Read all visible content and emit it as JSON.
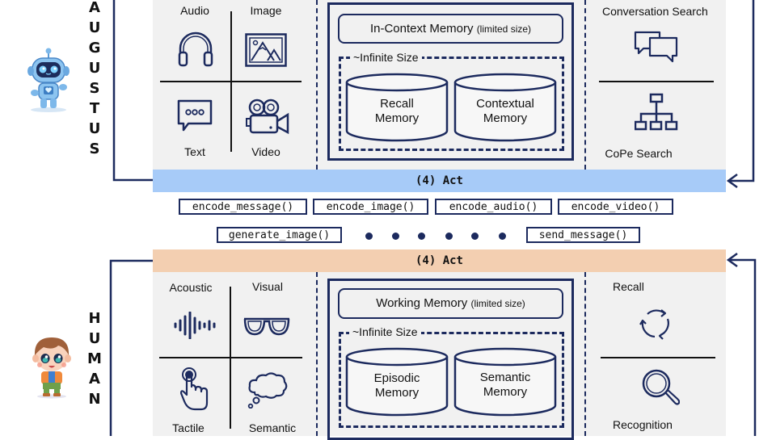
{
  "agents": {
    "top": {
      "name_letters": [
        "A",
        "U",
        "G",
        "U",
        "S",
        "T",
        "U",
        "S"
      ],
      "avatar": "robot-mascot"
    },
    "bottom": {
      "name_letters": [
        "H",
        "U",
        "M",
        "A",
        "N"
      ],
      "avatar": "child-mascot"
    }
  },
  "colors": {
    "navy": "#1c2a5e",
    "panel_bg": "#f1f1f1",
    "act_bar_top": "#a7cbf8",
    "act_bar_bottom": "#f3cfb1"
  },
  "top_section": {
    "modalities": {
      "top_left": {
        "label": "Audio",
        "icon": "headphones-icon"
      },
      "top_right": {
        "label": "Image",
        "icon": "image-icon"
      },
      "bottom_left": {
        "label": "Text",
        "icon": "chat-bubble-icon"
      },
      "bottom_right": {
        "label": "Video",
        "icon": "video-camera-icon"
      }
    },
    "memory": {
      "limited_title": "In-Context Memory",
      "limited_note": "(limited size)",
      "infinite_label": "~Infinite Size",
      "stores": [
        "Recall\nMemory",
        "Contextual\nMemory"
      ],
      "store_lines": [
        [
          "Recall",
          "Memory"
        ],
        [
          "Contextual",
          "Memory"
        ]
      ]
    },
    "retrieval": {
      "top": {
        "label": "Conversation Search",
        "icon": "conversation-icon"
      },
      "bottom": {
        "label": "CoPe Search",
        "icon": "hierarchy-icon"
      }
    },
    "act_bar": "(4) Act"
  },
  "functions": {
    "row1": [
      "encode_message()",
      "encode_image()",
      "encode_audio()",
      "encode_video()"
    ],
    "row2_left": "generate_image()",
    "row2_right": "send_message()",
    "ellipsis_dots": 6
  },
  "bottom_section": {
    "act_bar": "(4) Act",
    "modalities": {
      "top_left": {
        "label": "Acoustic",
        "icon": "soundwave-icon"
      },
      "top_right": {
        "label": "Visual",
        "icon": "glasses-icon"
      },
      "bottom_left": {
        "label": "Tactile",
        "icon": "touch-hand-icon"
      },
      "bottom_right": {
        "label": "Semantic",
        "icon": "thought-cloud-icon"
      }
    },
    "memory": {
      "limited_title": "Working Memory",
      "limited_note": "(limited size)",
      "infinite_label": "~Infinite Size",
      "store_lines": [
        [
          "Episodic",
          "Memory"
        ],
        [
          "Semantic",
          "Memory"
        ]
      ]
    },
    "retrieval": {
      "top": {
        "label": "Recall",
        "icon": "cycle-icon"
      },
      "bottom": {
        "label": "Recognition",
        "icon": "magnifier-icon"
      }
    }
  }
}
